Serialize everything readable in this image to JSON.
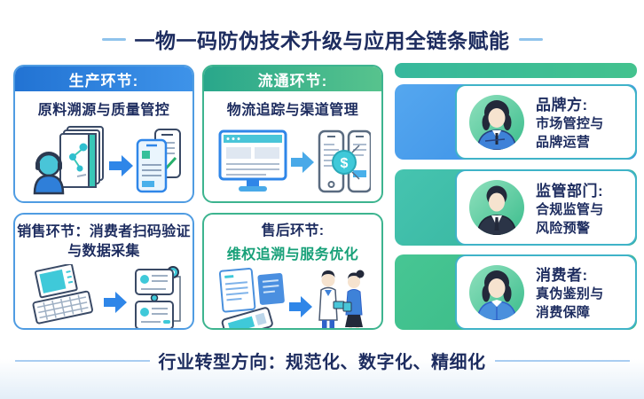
{
  "title": "一物一码防伪技术升级与应用全链条赋能",
  "footer": "行业转型方向：规范化、数字化、精细化",
  "panels": {
    "production": {
      "header": "生产环节:",
      "subtitle": "原料溯源与质量管控",
      "icon": "agent-documents-to-tablets-illustration"
    },
    "circulation": {
      "header": "流通环节:",
      "subtitle": "物流追踪与渠道管理",
      "icon": "monitor-to-phones-payment-illustration"
    },
    "sales": {
      "title_line1": "销售环节：消费者扫码验证",
      "title_line2": "与数据采集",
      "icon": "laptop-to-linked-records-illustration"
    },
    "aftersales": {
      "title": "售后环节:",
      "subtitle": "维权追溯与服务优化",
      "icon": "devices-to-service-staff-illustration"
    }
  },
  "stakeholders": [
    {
      "title": "品牌方:",
      "line1": "市场管控与",
      "line2": "品牌运营",
      "avatar": "brand-manager-avatar"
    },
    {
      "title": "监管部门:",
      "line1": "合规监管与",
      "line2": "风险预警",
      "avatar": "regulator-avatar"
    },
    {
      "title": "消费者:",
      "line1": "真伪鉴别与",
      "line2": "消费保障",
      "avatar": "consumer-avatar"
    }
  ],
  "colors": {
    "navy_text": "#1d2c5f",
    "blue_accent": "#2f86e8",
    "green_accent": "#2fae8f",
    "green_subtitle_text": "#17a078",
    "teal": "#3fc9d9",
    "title_divider": "#8fc3ec",
    "footer_divider": "#a9cdf1",
    "card_border_teal": "#3fb3c8"
  }
}
